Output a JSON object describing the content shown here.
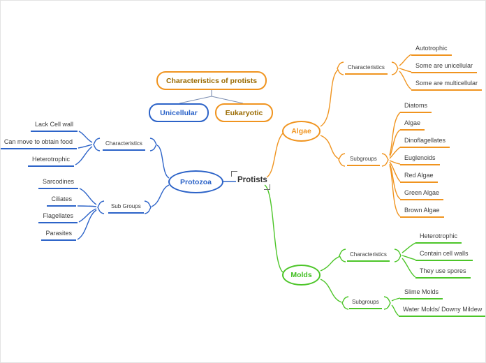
{
  "root": {
    "label": "Protists"
  },
  "floating_topic": {
    "title": "Characteristics of protists",
    "children": [
      "Unicellular",
      "Eukaryotic"
    ]
  },
  "branches": {
    "protozoa": {
      "label": "Protozoa",
      "groups": [
        {
          "label": "Characteristics",
          "items": [
            "Lack Cell wall",
            "Can move to obtain food",
            "Heterotrophic"
          ]
        },
        {
          "label": "Sub Groups",
          "items": [
            "Sarcodines",
            "Ciliates",
            "Flagellates",
            "Parasites"
          ]
        }
      ]
    },
    "algae": {
      "label": "Algae",
      "groups": [
        {
          "label": "Characteristics",
          "items": [
            "Autotrophic",
            "Some are unicellular",
            "Some are multicellular"
          ]
        },
        {
          "label": "Subgroups",
          "items": [
            "Diatoms",
            "Algae",
            "Dinoflagellates",
            "Euglenoids",
            "Red Algae",
            "Green Algae",
            "Brown Algae"
          ]
        }
      ]
    },
    "molds": {
      "label": "Molds",
      "groups": [
        {
          "label": "Characteristics",
          "items": [
            "Heterotrophic",
            "Contain cell walls",
            "They use spores"
          ]
        },
        {
          "label": "Subgroups",
          "items": [
            "Slime Molds",
            "Water Molds/ Downy Mildew"
          ]
        }
      ]
    }
  },
  "colors": {
    "blue": "#2c63c8",
    "orange": "#f0941f",
    "green": "#4cc528"
  }
}
